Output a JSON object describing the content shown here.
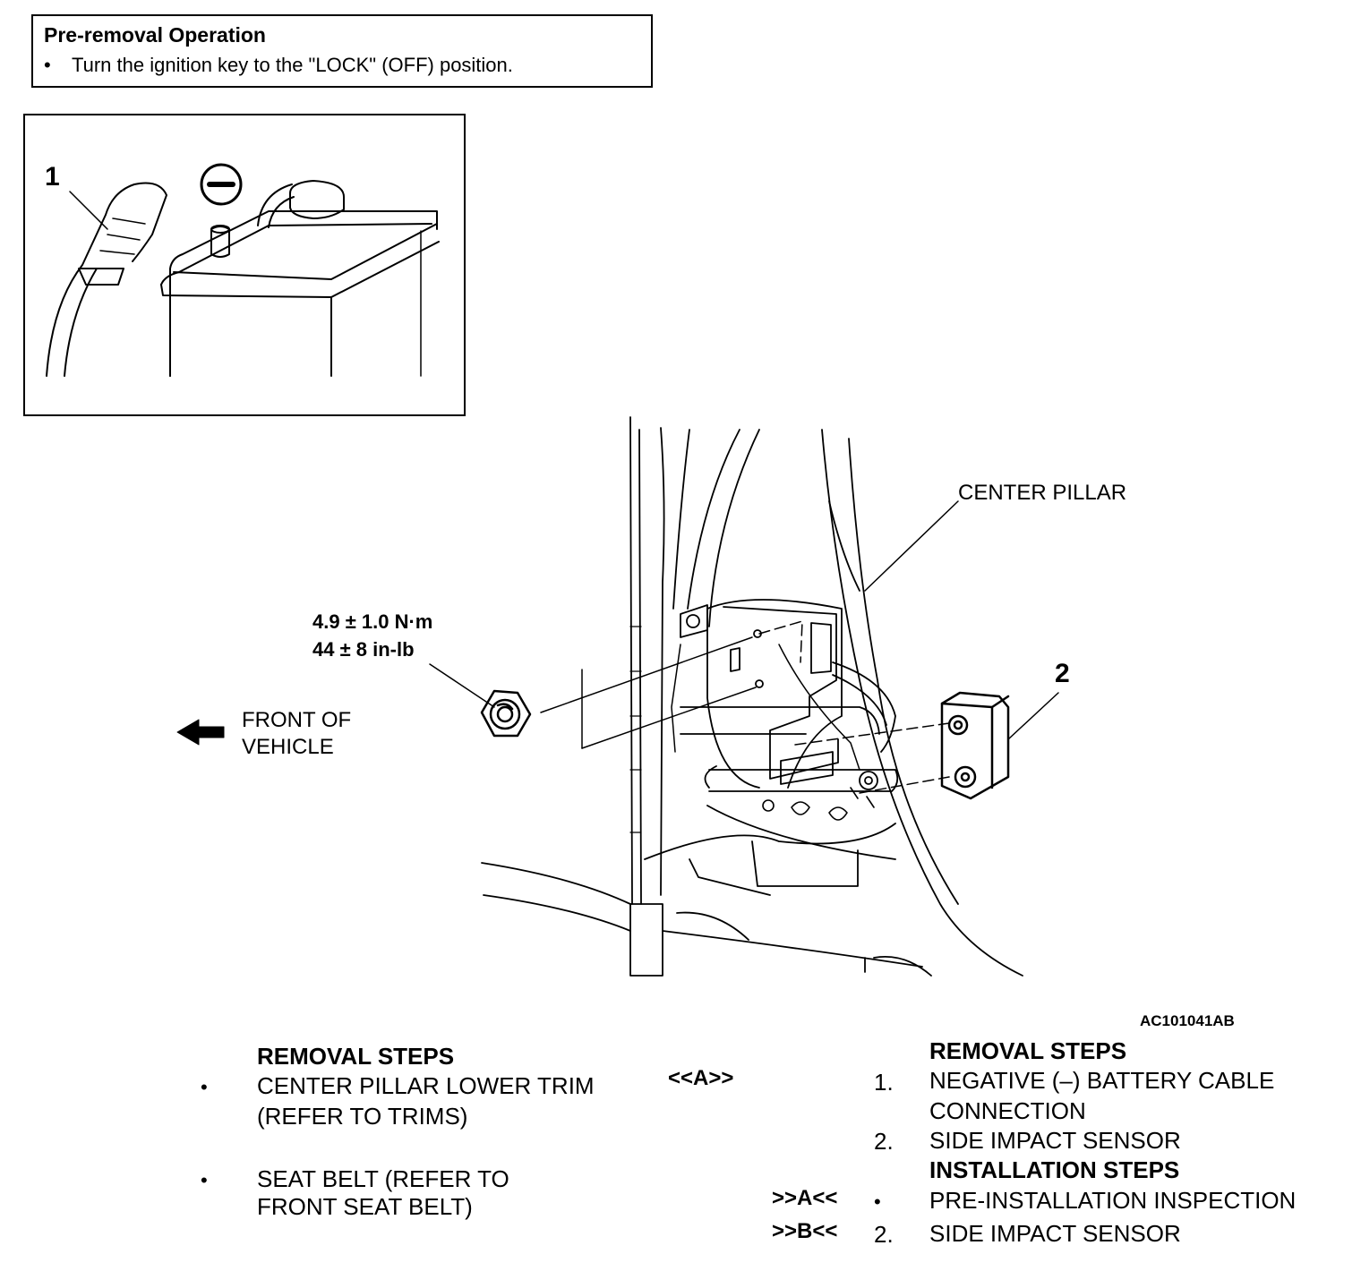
{
  "preop": {
    "title": "Pre-removal Operation",
    "bullet": "•",
    "text": "Turn the ignition key to the \"LOCK\" (OFF) position."
  },
  "inset": {
    "callout_1": "1",
    "negative_symbol": "minus-terminal-symbol"
  },
  "diagram": {
    "center_pillar": "CENTER PILLAR",
    "torque_nm": "4.9 ± 1.0 N·m",
    "torque_inlb": "44 ± 8 in-lb",
    "front_line1": "FRONT OF",
    "front_line2": "VEHICLE",
    "callout_2": "2",
    "figure_code": "AC101041AB"
  },
  "left_steps": {
    "heading": "REMOVAL STEPS",
    "items": [
      {
        "marker": "•",
        "line1": "CENTER PILLAR LOWER TRIM",
        "line2": "(REFER TO TRIMS)"
      },
      {
        "marker": "•",
        "line1": "SEAT BELT (REFER TO",
        "line2": "FRONT SEAT BELT)"
      }
    ]
  },
  "right_steps": {
    "removal_heading": "REMOVAL STEPS",
    "installation_heading": "INSTALLATION STEPS",
    "removal": [
      {
        "ref": "<<A>>",
        "marker": "1.",
        "line1": "NEGATIVE (–) BATTERY CABLE",
        "line2": "CONNECTION"
      },
      {
        "ref": "",
        "marker": "2.",
        "line1": "SIDE IMPACT SENSOR",
        "line2": ""
      }
    ],
    "installation": [
      {
        "ref": ">>A<<",
        "marker": "•",
        "line1": "PRE-INSTALLATION INSPECTION"
      },
      {
        "ref": ">>B<<",
        "marker": "2.",
        "line1": "SIDE IMPACT SENSOR"
      }
    ]
  }
}
